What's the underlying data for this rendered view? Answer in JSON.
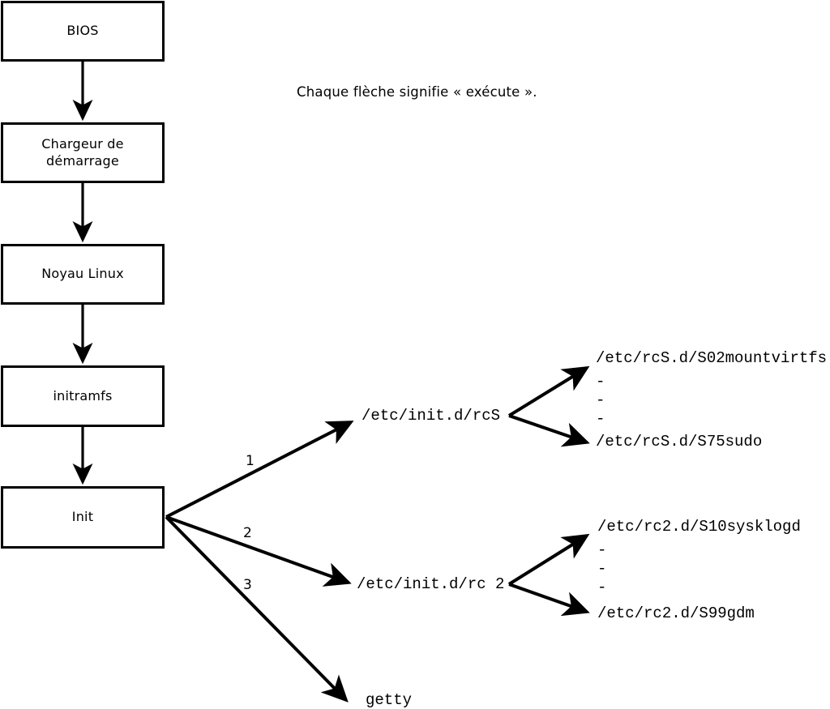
{
  "diagram": {
    "caption": "Chaque flèche signifie « exécute ».",
    "stroke_color": "#000000",
    "background_color": "#ffffff",
    "boot_chain": [
      {
        "id": "bios",
        "label": "BIOS"
      },
      {
        "id": "bootloader",
        "label": "Chargeur de\ndémarrage"
      },
      {
        "id": "kernel",
        "label": "Noyau Linux"
      },
      {
        "id": "initramfs",
        "label": "initramfs"
      },
      {
        "id": "init",
        "label": "Init"
      }
    ],
    "bootloader_line1": "Chargeur de",
    "bootloader_line2": "démarrage",
    "init_edges": [
      {
        "number": "1",
        "target": "/etc/init.d/rcS"
      },
      {
        "number": "2",
        "target": "/etc/init.d/rc 2"
      },
      {
        "number": "3",
        "target": "getty"
      }
    ],
    "rcs_script": "/etc/init.d/rcS",
    "rc2_script": "/etc/init.d/rc 2",
    "getty_label": "getty",
    "rcs_children": {
      "first": "/etc/rcS.d/S02mountvirtfs",
      "ellipsis": [
        "-",
        "-",
        "-"
      ],
      "last": "/etc/rcS.d/S75sudo"
    },
    "rc2_children": {
      "first": "/etc/rc2.d/S10sysklogd",
      "ellipsis": [
        "-",
        "-",
        "-"
      ],
      "last": "/etc/rc2.d/S99gdm"
    }
  }
}
